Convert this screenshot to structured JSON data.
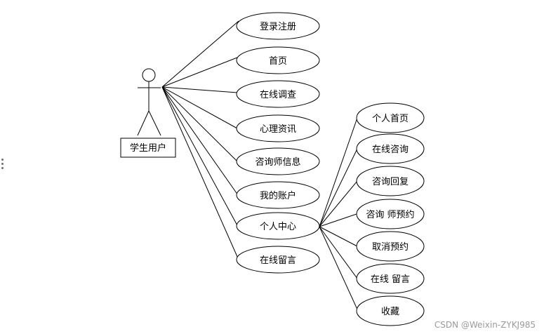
{
  "actor": {
    "name": "学生用户"
  },
  "use_cases": [
    {
      "label": "登录注册"
    },
    {
      "label": "首页"
    },
    {
      "label": "在线调查"
    },
    {
      "label": "心理资讯"
    },
    {
      "label": "咨询师信息"
    },
    {
      "label": "我的账户"
    },
    {
      "label": "个人中心"
    },
    {
      "label": "在线留言"
    }
  ],
  "sub_use_cases": [
    {
      "label": "个人首页"
    },
    {
      "label": "在线咨询"
    },
    {
      "label": "咨询回复"
    },
    {
      "label": "咨询 师预约"
    },
    {
      "label": "取消预约"
    },
    {
      "label": "在线 留言"
    },
    {
      "label": "收藏"
    }
  ],
  "watermark": "CSDN @Weixin-ZYKJ985"
}
